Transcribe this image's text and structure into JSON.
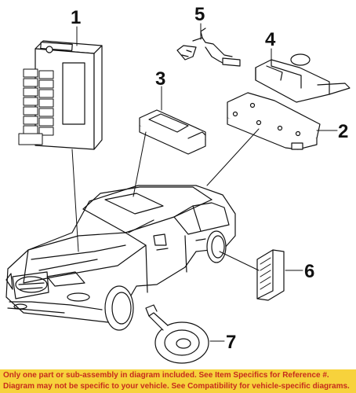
{
  "diagram": {
    "callouts": [
      "1",
      "2",
      "3",
      "4",
      "5",
      "6",
      "7"
    ]
  },
  "footer": {
    "line1": "Only one part or sub-assembly in diagram included. See Item Specifics for Reference #.",
    "line2": "Diagram may not be specific to your vehicle. See Compatibility for vehicle-specific diagrams."
  },
  "colors": {
    "footer_background": "#f7d23c",
    "footer_text": "#c62b1c",
    "line_art": "#111111"
  }
}
